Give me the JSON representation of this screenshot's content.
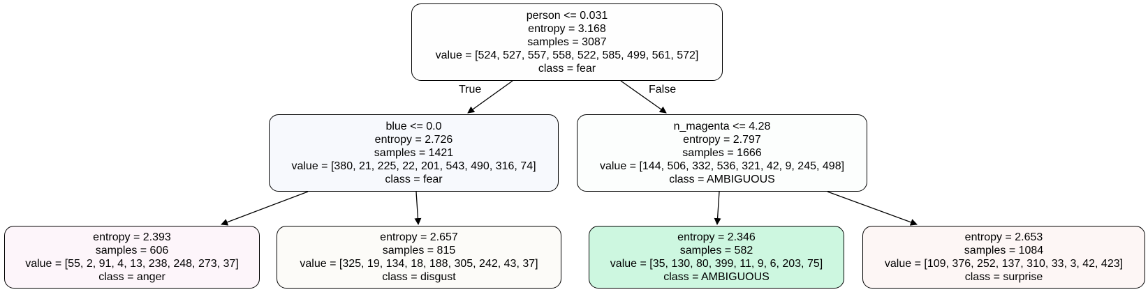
{
  "tree": {
    "root": {
      "lines": [
        "person <= 0.031",
        "entropy = 3.168",
        "samples = 3087",
        "value = [524, 527, 557, 558, 522, 585, 499, 561, 572]",
        "class = fear"
      ],
      "fill": "#fefefe"
    },
    "left": {
      "lines": [
        "blue <= 0.0",
        "entropy = 2.726",
        "samples = 1421",
        "value = [380, 21, 225, 22, 201, 543, 490, 316, 74]",
        "class = fear"
      ],
      "fill": "#f7f9fd"
    },
    "right": {
      "lines": [
        "n_magenta <= 4.28",
        "entropy = 2.797",
        "samples = 1666",
        "value = [144, 506, 332, 536, 321, 42, 9, 245, 498]",
        "class = AMBIGUOUS"
      ],
      "fill": "#fcfefd"
    },
    "left_left": {
      "lines": [
        "entropy = 2.393",
        "samples = 606",
        "value = [55, 2, 91, 4, 13, 238, 248, 273, 37]",
        "class = anger"
      ],
      "fill": "#fdf5fa"
    },
    "left_right": {
      "lines": [
        "entropy = 2.657",
        "samples = 815",
        "value = [325, 19, 134, 18, 188, 305, 242, 43, 37]",
        "class = disgust"
      ],
      "fill": "#fcfbf8"
    },
    "right_left": {
      "lines": [
        "entropy = 2.346",
        "samples = 582",
        "value = [35, 130, 80, 399, 11, 9, 6, 203, 75]",
        "class = AMBIGUOUS"
      ],
      "fill": "#cdf7e0"
    },
    "right_right": {
      "lines": [
        "entropy = 2.653",
        "samples = 1084",
        "value = [109, 376, 252, 137, 310, 33, 3, 42, 423]",
        "class = surprise"
      ],
      "fill": "#fdf6f5"
    }
  },
  "edge_labels": {
    "true_label": "True",
    "false_label": "False"
  },
  "colors": {
    "edge": "#000000",
    "border": "#000000"
  }
}
